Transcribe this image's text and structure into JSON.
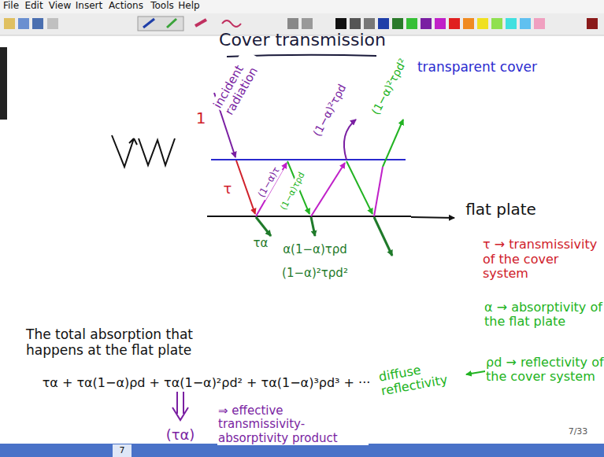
{
  "diagram": {
    "title": "Cover transmission",
    "labels": [
      "File",
      "Edit",
      "View",
      "Insert",
      "Actions",
      "Tools",
      "Help",
      "1",
      "incident radiation",
      "τ",
      "(1−α)τ",
      "(1−α)τρd",
      "(1−α)²τρd",
      "(1−α)²τρd²",
      "transparent cover",
      "τα",
      "α(1−α)τρd",
      "flat plate",
      "(1−α)²τρd²",
      "τ → transmissivity of the cover system",
      "α → absorptivity of the flat plate",
      "ρd → reflectivity of the cover system",
      "diffuse reflectivity",
      "The total absorption that happens at the flat plate",
      "τα + τα(1−α)ρd + τα(1−α)²ρd² + τα(1−α)³ρd³ + ···",
      "(τα)",
      "⇒ effective transmissivity-absorptivity product",
      "7/33",
      "7"
    ]
  }
}
